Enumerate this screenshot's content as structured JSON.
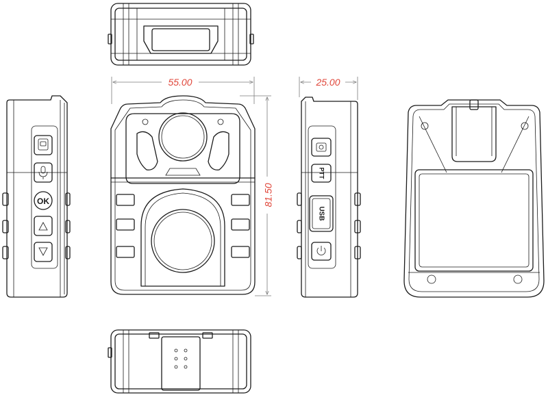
{
  "dimensions": {
    "width": "55.00",
    "side_depth": "25.00",
    "height": "81.50",
    "color": "#e0463a"
  },
  "left_side_buttons": [
    {
      "icon": "video-record-icon"
    },
    {
      "icon": "microphone-icon"
    },
    {
      "label": "OK"
    },
    {
      "icon": "arrow-up-icon"
    },
    {
      "icon": "arrow-down-icon"
    }
  ],
  "right_side_buttons": [
    {
      "icon": "camera-icon"
    },
    {
      "label": "PTT"
    },
    {
      "label": "USB"
    },
    {
      "icon": "power-icon"
    }
  ]
}
